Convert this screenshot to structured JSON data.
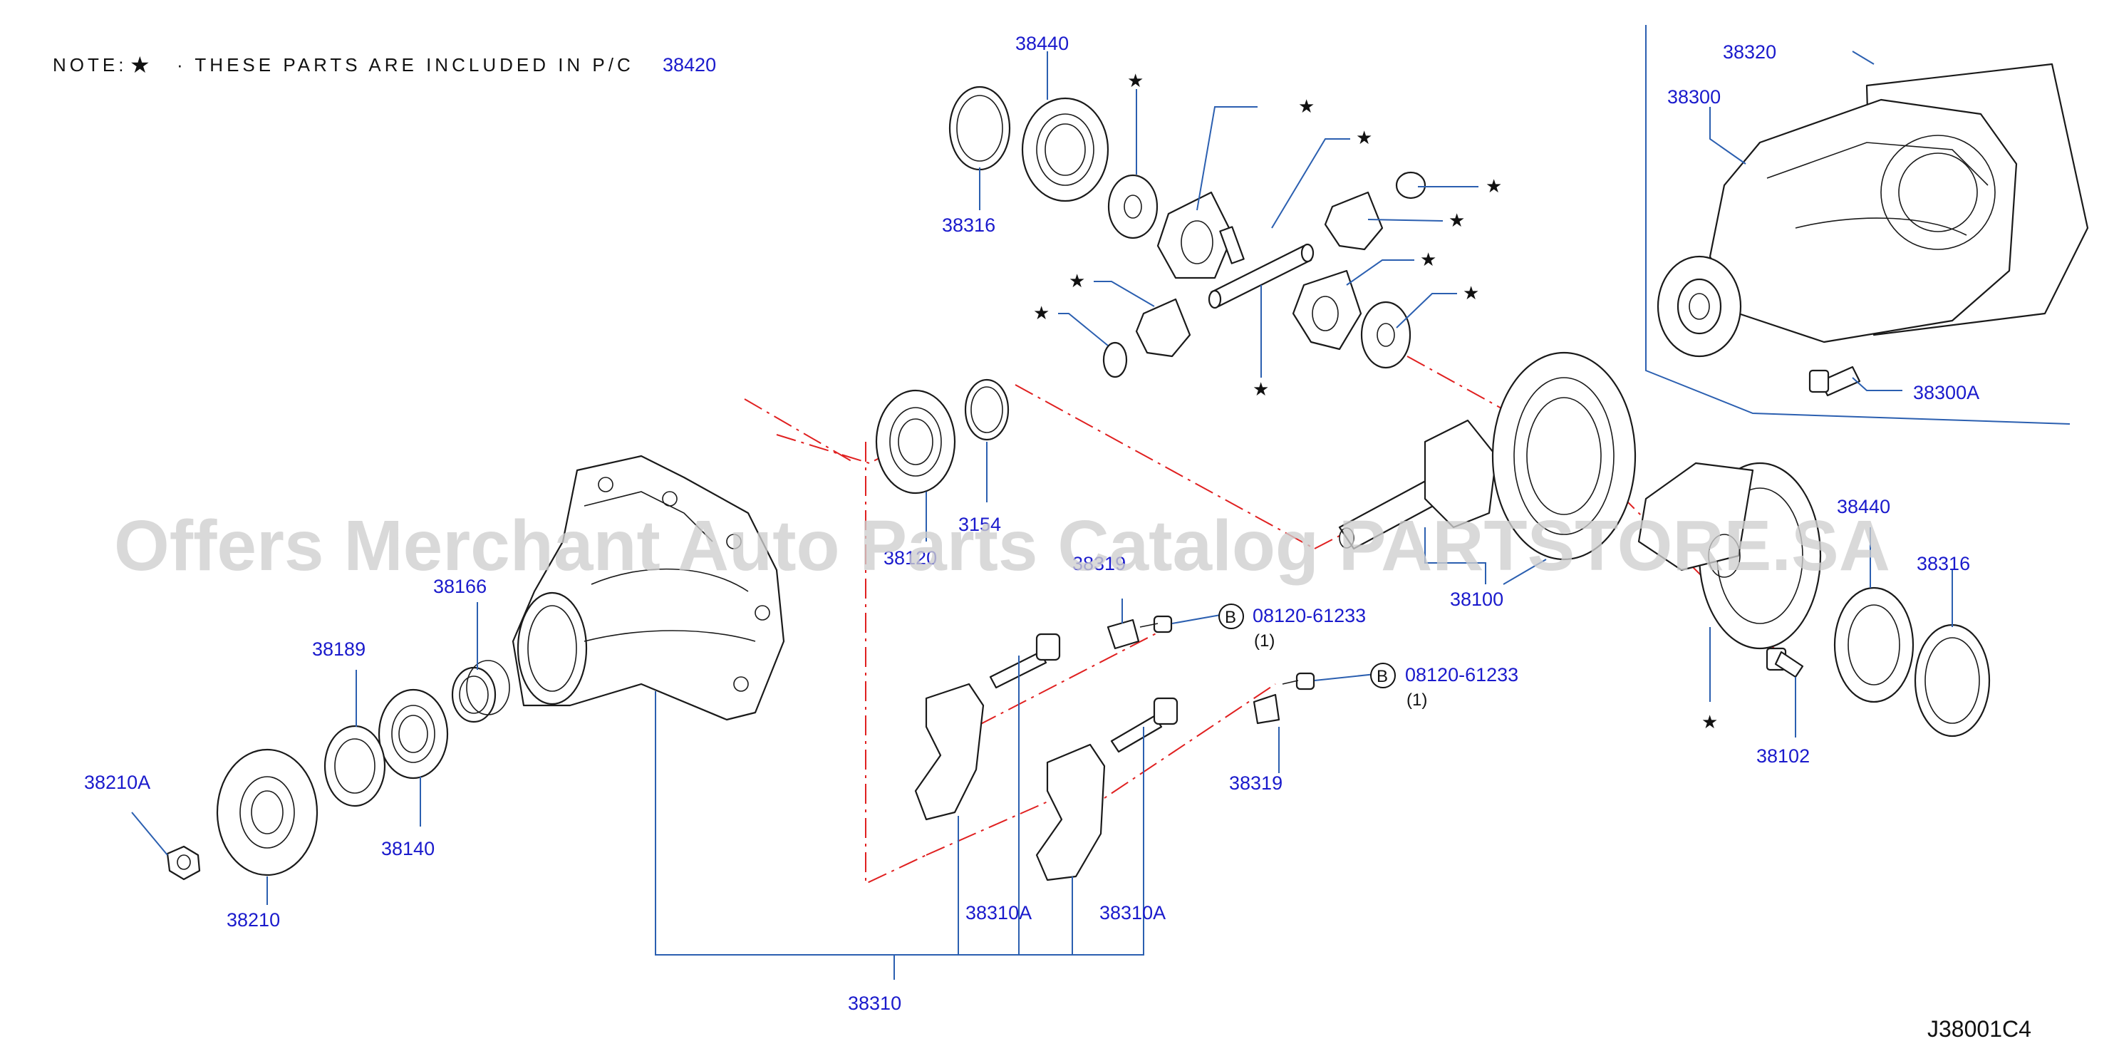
{
  "note": {
    "prefix": "NOTE:",
    "star": "★",
    "text": "· THESE PARTS ARE INCLUDED IN P/C",
    "pc_number": "38420"
  },
  "watermark": "Offers Merchant Auto Parts Catalog PARTSTORE.SA",
  "diagram_code": "J38001C4",
  "star_symbol": "★",
  "bolt_refs": [
    {
      "circle": "B",
      "part": "08120-61233",
      "qty": "(1)"
    },
    {
      "circle": "B",
      "part": "08120-61233",
      "qty": "(1)"
    }
  ],
  "parts": {
    "p38440_top": "38440",
    "p38316_top": "38316",
    "p38320": "38320",
    "p38300": "38300",
    "p38300A": "38300A",
    "p3154": "3154",
    "p38120": "38120",
    "p38319_top": "38319",
    "p38166": "38166",
    "p38189": "38189",
    "p38210A": "38210A",
    "p38140": "38140",
    "p38210": "38210",
    "p38100": "38100",
    "p38440_right": "38440",
    "p38316_right": "38316",
    "p38102": "38102",
    "p38319_bottom": "38319",
    "p38310A_left": "38310A",
    "p38310A_right": "38310A",
    "p38310": "38310"
  },
  "colors": {
    "part_number": "#1a1acc",
    "leader": "#2b5fb0",
    "phantom": "#e02020",
    "outline": "#1a1a1a"
  }
}
